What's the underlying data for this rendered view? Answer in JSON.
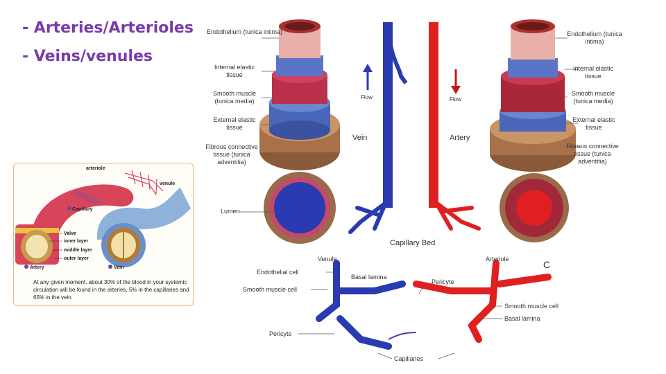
{
  "bullets": [
    "- Arteries/Arterioles",
    "- Veins/venules"
  ],
  "inset": {
    "arteriole": "arteriole",
    "venule": "venule",
    "capillary": "Capillary",
    "valve": "Valve",
    "inner_layer": "inner layer",
    "middle_layer": "middle layer",
    "outer_layer": "outer layer",
    "artery": "Artery",
    "vein": "Vein",
    "note": "At any given moment, about 30% of the blood in your systemic circulation will be found in the arteries, 5% in the capillaries and 65% in the vein."
  },
  "left_vessel": {
    "endothelium": "Endothelium (tunica intima)",
    "internal_elastic": "Internal elastic tissue",
    "smooth_muscle": "Smooth muscle (tunica media)",
    "external_elastic": "External elastic tissue",
    "fibrous": "Fibrous connective tissue (tunica adventitia)",
    "lumen": "Lumen"
  },
  "right_vessel": {
    "endothelium": "Endothelium (tunica intima)",
    "internal_elastic": "Internal elastic tissue",
    "smooth_muscle": "Smooth muscle (tunica media)",
    "external_elastic": "External elastic tissue",
    "fibrous": "Fibrous connective tissue (tunica adventitia)"
  },
  "center": {
    "flow_left": "Flow",
    "flow_right": "Flow",
    "vein": "Vein",
    "artery": "Artery",
    "capillary_bed": "Capillary Bed"
  },
  "bottom": {
    "venule": "Venule",
    "arteriole": "Arteriole",
    "letter": "C",
    "endothelial_cell": "Endothelial cell",
    "basal_lamina_left": "Basal lamina",
    "smooth_muscle_cell_left": "Smooth muscle cell",
    "pericyte_left": "Pericyte",
    "pericyte_right": "Pericyte",
    "smooth_muscle_cell_right": "Smooth muscle cell",
    "basal_lamina_right": "Basal lamina",
    "capillaries": "Capillaries"
  },
  "colors": {
    "accent": "#7a3aa8",
    "vein": "#2a3ab0",
    "artery": "#e02020"
  }
}
